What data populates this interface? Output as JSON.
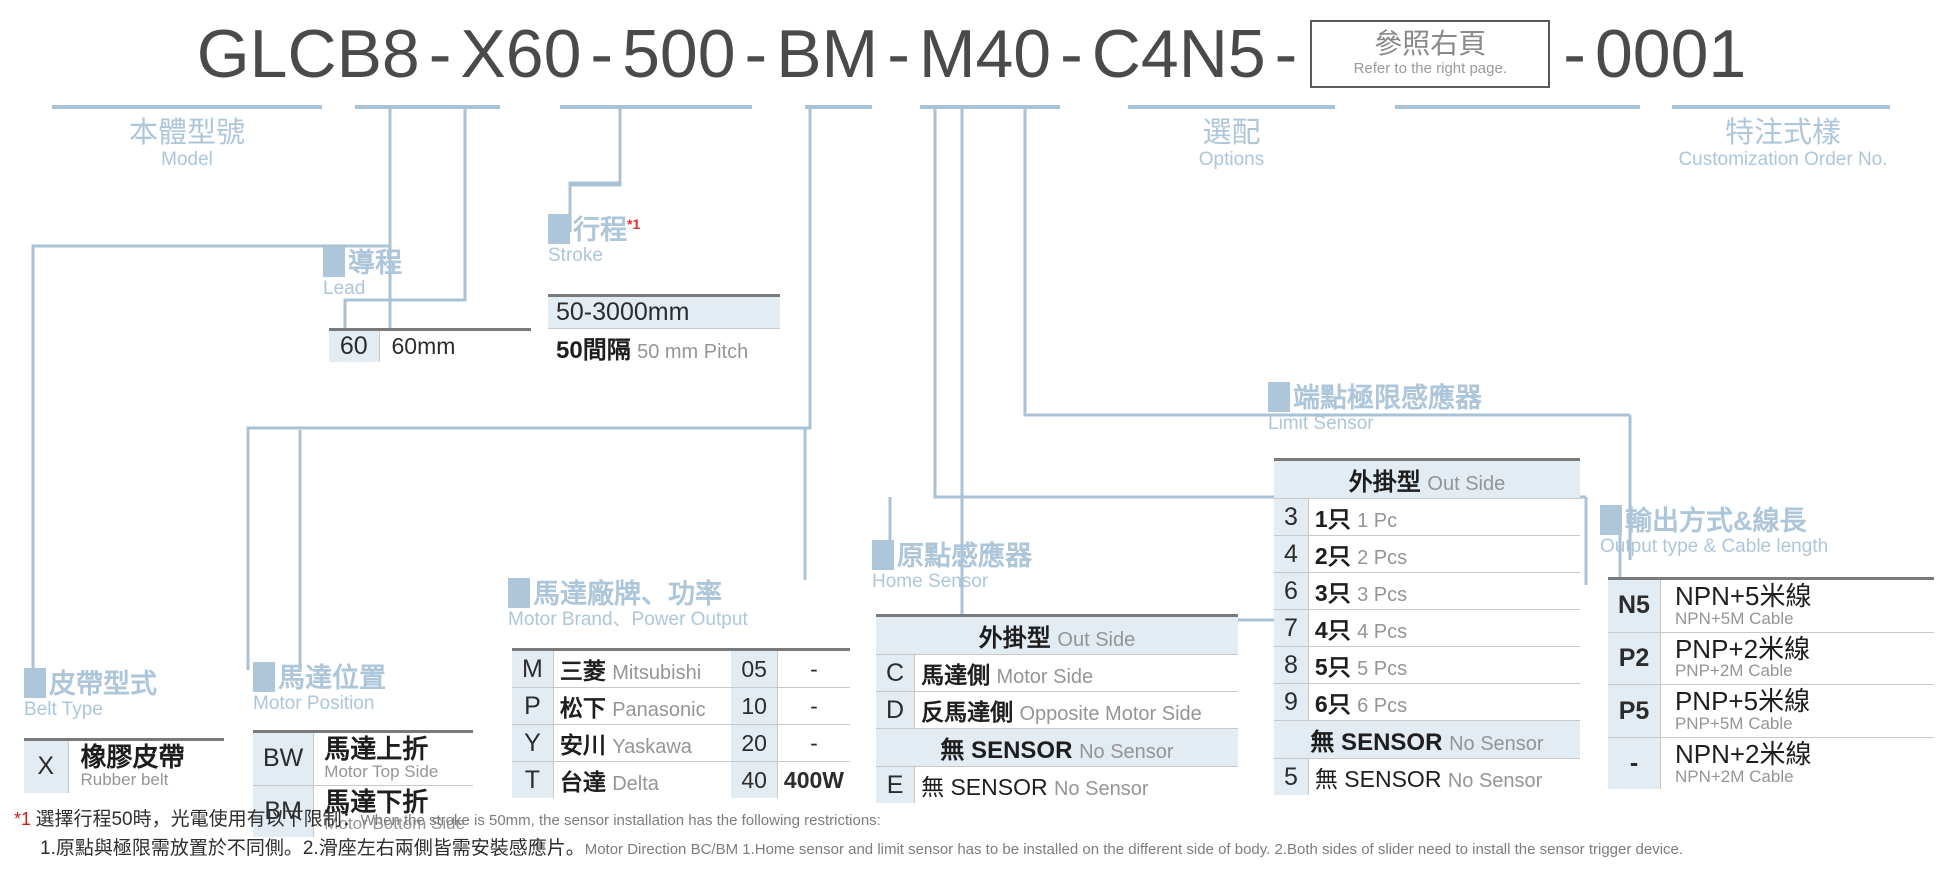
{
  "product_code": {
    "segments": [
      {
        "type": "text",
        "value": "GLCB8"
      },
      {
        "type": "dash",
        "value": "-"
      },
      {
        "type": "text",
        "value": "X60"
      },
      {
        "type": "dash",
        "value": "-"
      },
      {
        "type": "text",
        "value": "500"
      },
      {
        "type": "dash",
        "value": "-"
      },
      {
        "type": "text",
        "value": "BM"
      },
      {
        "type": "dash",
        "value": "-"
      },
      {
        "type": "text",
        "value": "M40"
      },
      {
        "type": "dash",
        "value": "-"
      },
      {
        "type": "text",
        "value": "C4N5"
      },
      {
        "type": "dash",
        "value": "-"
      },
      {
        "type": "box",
        "zh": "參照右頁",
        "en": "Refer to the right page."
      },
      {
        "type": "dash",
        "value": "-"
      },
      {
        "type": "text",
        "value": "0001"
      }
    ],
    "model": "GLCB8",
    "belt_type_code": "X",
    "lead_code": "60",
    "stroke_code": "500",
    "motor_position_code": "BM",
    "motor_brand_code": "M",
    "motor_power_code": "40",
    "home_sensor_code": "C",
    "limit_sensor_code": "4",
    "output_code": "N5",
    "options_box_zh": "參照右頁",
    "options_box_en": "Refer to the right page.",
    "custom_order_no": "0001"
  },
  "sections": {
    "model": {
      "zh": "本體型號",
      "en": "Model"
    },
    "lead": {
      "zh": "導程",
      "en": "Lead"
    },
    "stroke": {
      "zh": "行程",
      "en": "Stroke",
      "sup": "*1"
    },
    "options": {
      "zh": "選配",
      "en": "Options"
    },
    "customization": {
      "zh": "特注式樣",
      "en": "Customization Order No."
    },
    "limit_sensor": {
      "zh": "端點極限感應器",
      "en": "Limit Sensor"
    },
    "output_type": {
      "zh": "輸出方式&線長",
      "en": "Output type & Cable length"
    },
    "home_sensor": {
      "zh": "原點感應器",
      "en": "Home Sensor"
    },
    "motor_brand": {
      "zh": "馬達廠牌、功率",
      "en": "Motor Brand、Power Output"
    },
    "motor_position": {
      "zh": "馬達位置",
      "en": "Motor Position"
    },
    "belt_type": {
      "zh": "皮帶型式",
      "en": "Belt Type"
    }
  },
  "tables": {
    "lead": {
      "rows": [
        {
          "key": "60",
          "zh": "",
          "en": "60mm"
        }
      ]
    },
    "stroke": {
      "rows": [
        {
          "header": "50-3000mm"
        },
        {
          "zh": "50間隔",
          "en": "50 mm Pitch"
        }
      ]
    },
    "belt_type": {
      "rows": [
        {
          "key": "X",
          "zh": "橡膠皮帶",
          "en": "Rubber belt"
        }
      ]
    },
    "motor_position": {
      "rows": [
        {
          "key": "BW",
          "zh": "馬達上折",
          "en": "Motor Top Side"
        },
        {
          "key": "BM",
          "zh": "馬達下折",
          "en": "Motor Bottom Side"
        }
      ]
    },
    "motor_brand": {
      "rows": [
        {
          "key": "M",
          "zh": "三菱",
          "en": "Mitsubishi",
          "pkey": "05",
          "power": "-"
        },
        {
          "key": "P",
          "zh": "松下",
          "en": "Panasonic",
          "pkey": "10",
          "power": "-"
        },
        {
          "key": "Y",
          "zh": "安川",
          "en": "Yaskawa",
          "pkey": "20",
          "power": "-"
        },
        {
          "key": "T",
          "zh": "台達",
          "en": "Delta",
          "pkey": "40",
          "power": "400W"
        }
      ]
    },
    "home_sensor": {
      "group1_zh": "外掛型",
      "group1_en": "Out Side",
      "group2_zh": "無 SENSOR",
      "group2_en": "No Sensor",
      "rows1": [
        {
          "key": "C",
          "zh": "馬達側",
          "en": "Motor Side"
        },
        {
          "key": "D",
          "zh": "反馬達側",
          "en": "Opposite Motor Side"
        }
      ],
      "rows2": [
        {
          "key": "E",
          "zh": "無 SENSOR",
          "en": "No Sensor"
        }
      ]
    },
    "limit_sensor": {
      "group1_zh": "外掛型",
      "group1_en": "Out Side",
      "group2_zh": "無 SENSOR",
      "group2_en": "No Sensor",
      "rows1": [
        {
          "key": "3",
          "zh": "1只",
          "en": "1 Pc"
        },
        {
          "key": "4",
          "zh": "2只",
          "en": "2 Pcs"
        },
        {
          "key": "6",
          "zh": "3只",
          "en": "3 Pcs"
        },
        {
          "key": "7",
          "zh": "4只",
          "en": "4 Pcs"
        },
        {
          "key": "8",
          "zh": "5只",
          "en": "5 Pcs"
        },
        {
          "key": "9",
          "zh": "6只",
          "en": "6 Pcs"
        }
      ],
      "rows2": [
        {
          "key": "5",
          "zh": "無 SENSOR",
          "en": "No Sensor"
        }
      ]
    },
    "output_type": {
      "rows": [
        {
          "key": "N5",
          "zh": "NPN+5米線",
          "en": "NPN+5M Cable"
        },
        {
          "key": "P2",
          "zh": "PNP+2米線",
          "en": "PNP+2M Cable"
        },
        {
          "key": "P5",
          "zh": "PNP+5米線",
          "en": "PNP+5M Cable"
        },
        {
          "key": "-",
          "zh": "NPN+2米線",
          "en": "NPN+2M Cable"
        }
      ]
    }
  },
  "footnote": {
    "star": "*1",
    "line1_zh": "選擇行程50時，光電使用有以下限制：",
    "line1_en": "When the stroke is 50mm, the sensor installation has  the following restrictions:",
    "line2_zh": "1.原點與極限需放置於不同側。2.滑座左右兩側皆需安裝感應片。",
    "line2_en": "Motor Direction BC/BM 1.Home sensor and limit sensor has to be installed on the different side of body.  2.Both sides of slider need to install the sensor trigger device."
  },
  "colors": {
    "accent": "#aec6da",
    "wire": "#a9c2d6",
    "key_cell_bg": "#e3ebf3",
    "text_dark": "#2c2c2c",
    "text_muted": "#959595",
    "star_red": "#d01b1b"
  }
}
